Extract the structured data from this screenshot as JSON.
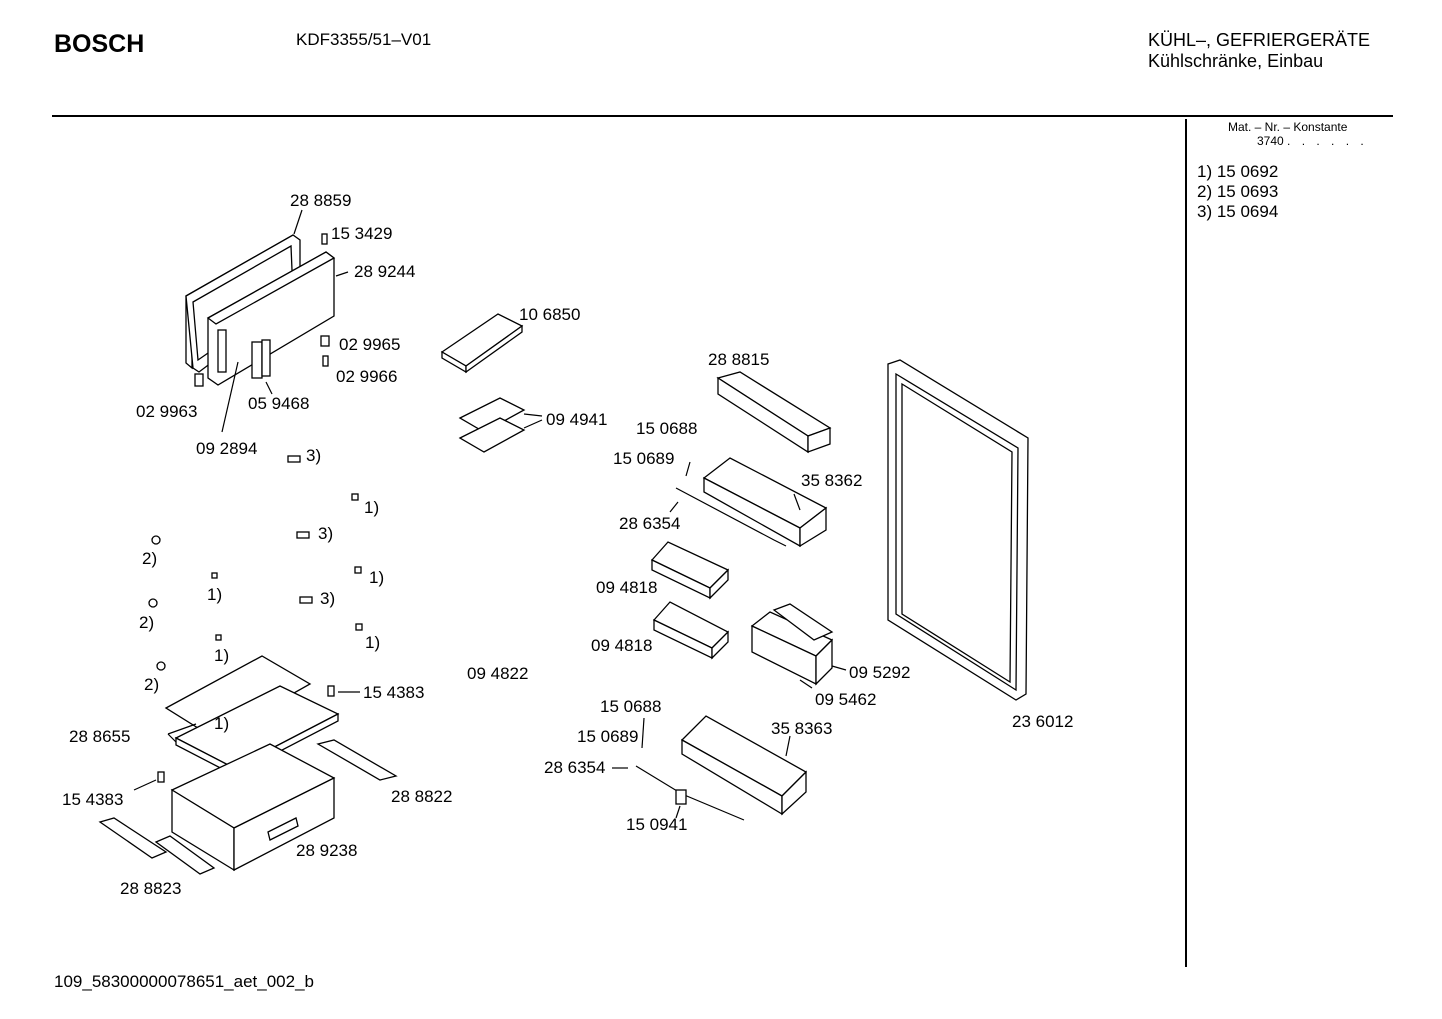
{
  "header": {
    "brand": "BOSCH",
    "model": "KDF3355/51–V01",
    "category_line1": "KÜHL–, GEFRIERGERÄTE",
    "category_line2": "Kühlschränke, Einbau"
  },
  "sidebar": {
    "mat_label": "Mat. – Nr. – Konstante",
    "mat_value": "3740",
    "refs": [
      {
        "label": "1)  15 0692"
      },
      {
        "label": "2)  15 0693"
      },
      {
        "label": "3)  15 0694"
      }
    ]
  },
  "parts": {
    "p288859": "28 8859",
    "p153429": "15 3429",
    "p289244": "28 9244",
    "p106850": "10 6850",
    "p029965": "02 9965",
    "p029966": "02 9966",
    "p029963": "02 9963",
    "p059468": "05 9468",
    "p092894": "09 2894",
    "p094941": "09 4941",
    "p288815": "28 8815",
    "p150688a": "15 0688",
    "p150689a": "15 0689",
    "p358362": "35 8362",
    "p286354a": "28 6354",
    "p094818a": "09 4818",
    "p094818b": "09 4818",
    "p095292": "09 5292",
    "p095462": "09 5462",
    "p094822": "09 4822",
    "p154383a": "15 4383",
    "p288655": "28 8655",
    "p154383b": "15 4383",
    "p288822": "28 8822",
    "p289238": "28 9238",
    "p288823": "28 8823",
    "p150688b": "15 0688",
    "p150689b": "15 0689",
    "p286354b": "28 6354",
    "p358363": "35 8363",
    "p150941": "15 0941",
    "p236012": "23 6012",
    "r3a": "3)",
    "r1a": "1)",
    "r3b": "3)",
    "r2a": "2)",
    "r1b": "1)",
    "r1c": "1)",
    "r3c": "3)",
    "r2b": "2)",
    "r1d": "1)",
    "r1e": "1)",
    "r2c": "2)",
    "r1f": "1)"
  },
  "footer": {
    "code": "109_58300000078651_aet_002_b"
  },
  "colors": {
    "ink": "#000000",
    "paper": "#ffffff"
  }
}
